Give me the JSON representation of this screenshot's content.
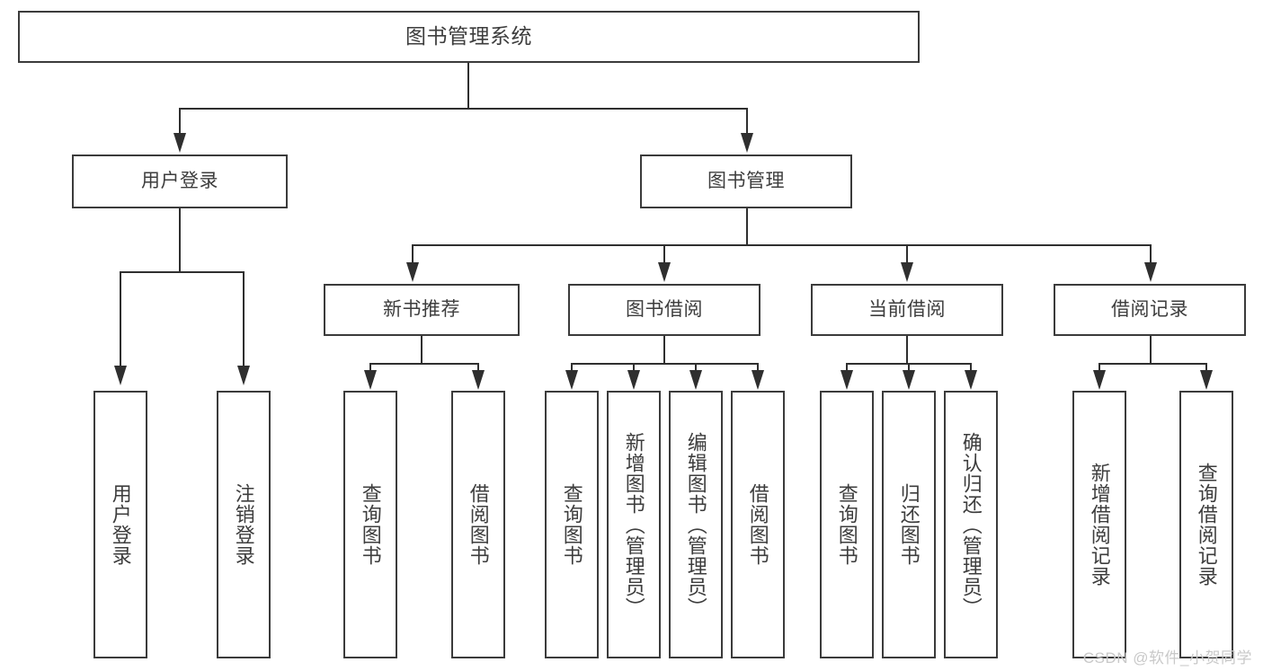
{
  "diagram": {
    "title_node": {
      "label": "图书管理系统"
    },
    "level1": [
      {
        "id": "user-login",
        "label": "用户登录"
      },
      {
        "id": "book-management",
        "label": "图书管理"
      }
    ],
    "level2": [
      {
        "id": "new-book-recommend",
        "label": "新书推荐"
      },
      {
        "id": "book-borrow",
        "label": "图书借阅"
      },
      {
        "id": "current-borrow",
        "label": "当前借阅"
      },
      {
        "id": "borrow-record",
        "label": "借阅记录"
      }
    ],
    "leaves": {
      "user_login": [
        {
          "id": "leaf-user-login",
          "label": "用户登录"
        },
        {
          "id": "leaf-logout-login",
          "label": "注销登录"
        }
      ],
      "new_book_recommend": [
        {
          "id": "leaf-query-book-1",
          "label": "查询图书"
        },
        {
          "id": "leaf-borrow-book-1",
          "label": "借阅图书"
        }
      ],
      "book_borrow": [
        {
          "id": "leaf-query-book-2",
          "label": "查询图书"
        },
        {
          "id": "leaf-add-book",
          "label": "新增图书（管理员）"
        },
        {
          "id": "leaf-edit-book",
          "label": "编辑图书（管理员）"
        },
        {
          "id": "leaf-borrow-book-2",
          "label": "借阅图书"
        }
      ],
      "current_borrow": [
        {
          "id": "leaf-query-book-3",
          "label": "查询图书"
        },
        {
          "id": "leaf-return-book",
          "label": "归还图书"
        },
        {
          "id": "leaf-confirm-return",
          "label": "确认归还（管理员）"
        }
      ],
      "borrow_record": [
        {
          "id": "leaf-add-borrow-record",
          "label": "新增借阅记录"
        },
        {
          "id": "leaf-query-borrow-record",
          "label": "查询借阅记录"
        }
      ]
    }
  },
  "watermark": {
    "text": "CSDN @软件_小贺同学"
  },
  "colors": {
    "border": "#3b3b3b",
    "connector": "#2f2f2f",
    "text": "#3d3d3d",
    "watermark": "#c9c9c9",
    "background": "#ffffff"
  }
}
